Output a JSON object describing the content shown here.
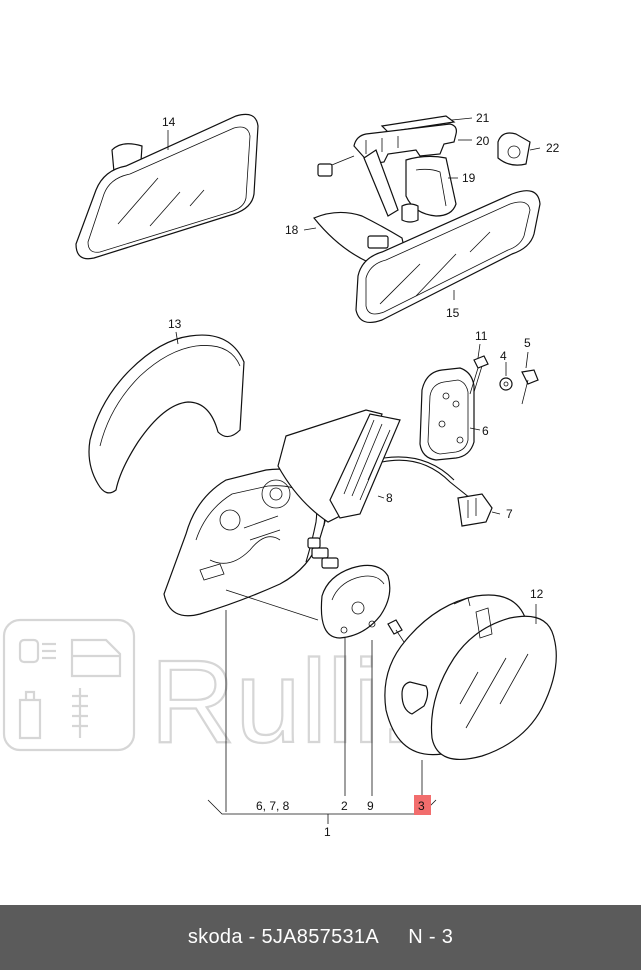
{
  "watermark": {
    "brand": "Rulli.ru"
  },
  "callouts": {
    "c1": "1",
    "c2": "2",
    "c3": "3",
    "c4": "4",
    "c5": "5",
    "c6": "6",
    "c7": "7",
    "c8": "8",
    "c9": "9",
    "c11": "11",
    "c12": "12",
    "c13": "13",
    "c14": "14",
    "c15": "15",
    "c18": "18",
    "c19": "19",
    "c20": "20",
    "c21": "21",
    "c22": "22",
    "c678": "6, 7, 8"
  },
  "highlight_color": "#f26d6d",
  "footer": {
    "brand": "skoda",
    "part_number": "5JA857531A",
    "page": "N - 3",
    "separator": " - "
  }
}
